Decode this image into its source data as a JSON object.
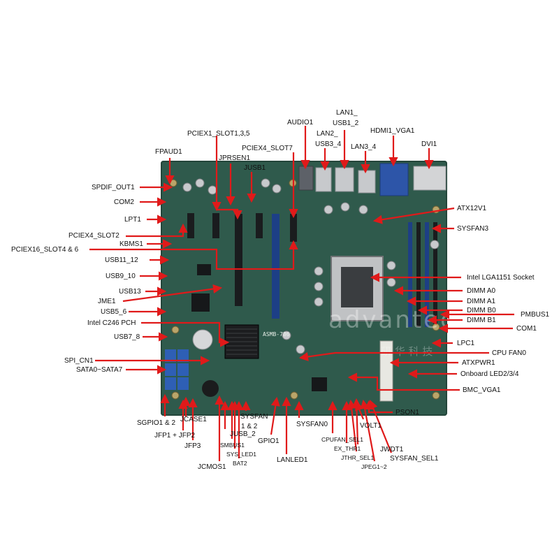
{
  "board": {
    "model_silkscreen": "ASMB-786",
    "watermark": "advantech",
    "watermark_sub": "研 华 科 技",
    "board_color": "#2f5a4c",
    "arrow_color": "#e01a1a"
  },
  "labels": {
    "audio1": "AUDIO1",
    "lan1_usb1_2_a": "LAN1_",
    "lan1_usb1_2_b": "USB1_2",
    "hdmi1_vga1": "HDMI1_VGA1",
    "pciex1_slot": "PCIEX1_SLOT1,3,5",
    "lan2_usb3_4_a": "LAN2_",
    "lan2_usb3_4_b": "USB3_4",
    "lan3_4": "LAN3_4",
    "dvi1": "DVI1",
    "fpaud1": "FPAUD1",
    "jprsen1": "JPRSEN1",
    "pciex4_slot7": "PCIEX4_SLOT7",
    "jusb1": "JUSB1",
    "spdif_out1": "SPDIF_OUT1",
    "com2": "COM2",
    "atx12v1": "ATX12V1",
    "lpt1": "LPT1",
    "sysfan3": "SYSFAN3",
    "pciex4_slot2": "PCIEX4_SLOT2",
    "kbms1": "KBMS1",
    "pciex16_slot": "PCIEX16_SLOT4 & 6",
    "usb11_12": "USB11_12",
    "intel_lga1151": "Intel LGA1151 Socket",
    "usb9_10": "USB9_10",
    "dimm_a0": "DIMM A0",
    "usb13": "USB13",
    "jme1": "JME1",
    "dimm_a1": "DIMM A1",
    "dimm_b0": "DIMM B0",
    "pmbus1": "PMBUS1",
    "usb5_6": "USB5_6",
    "dimm_b1": "DIMM B1",
    "intel_c246": "Intel C246 PCH",
    "com1": "COM1",
    "usb7_8": "USB7_8",
    "lpc1": "LPC1",
    "cpu_fan0": "CPU FAN0",
    "spi_cn1": "SPI_CN1",
    "atxpwr1": "ATXPWR1",
    "sata0_7": "SATA0~SATA7",
    "onboard_led": "Onboard LED2/3/4",
    "bmc_vga1": "BMC_VGA1",
    "psons1": "PSON1",
    "sgpio": "SGPIO1 & 2",
    "jcase1": "JCASE1",
    "sysfan1_2_a": "SYSFAN",
    "sysfan1_2_b": "1 & 2",
    "sysfan0": "SYSFAN0",
    "volt1": "VOLT1",
    "jfp1_2": "JFP1 + JFP2",
    "jusb_2": "JUSB_2",
    "jfp3": "JFP3",
    "smbus1": "SMBUS1",
    "gpio1": "GPIO1",
    "cpufan_sel1": "CPUFAN_SEL1",
    "jwdt1": "JWDT1",
    "ex_thr1": "EX_THR1",
    "sys_led1": "SYS_LED1",
    "jthr_sel1": "JTHR_SEL1",
    "sysfan_sel1": "SYSFAN_SEL1",
    "bat2": "BAT2",
    "lanled1": "LANLED1",
    "jpeg1_2": "JPEG1~2",
    "jcmos1": "JCMOS1"
  }
}
